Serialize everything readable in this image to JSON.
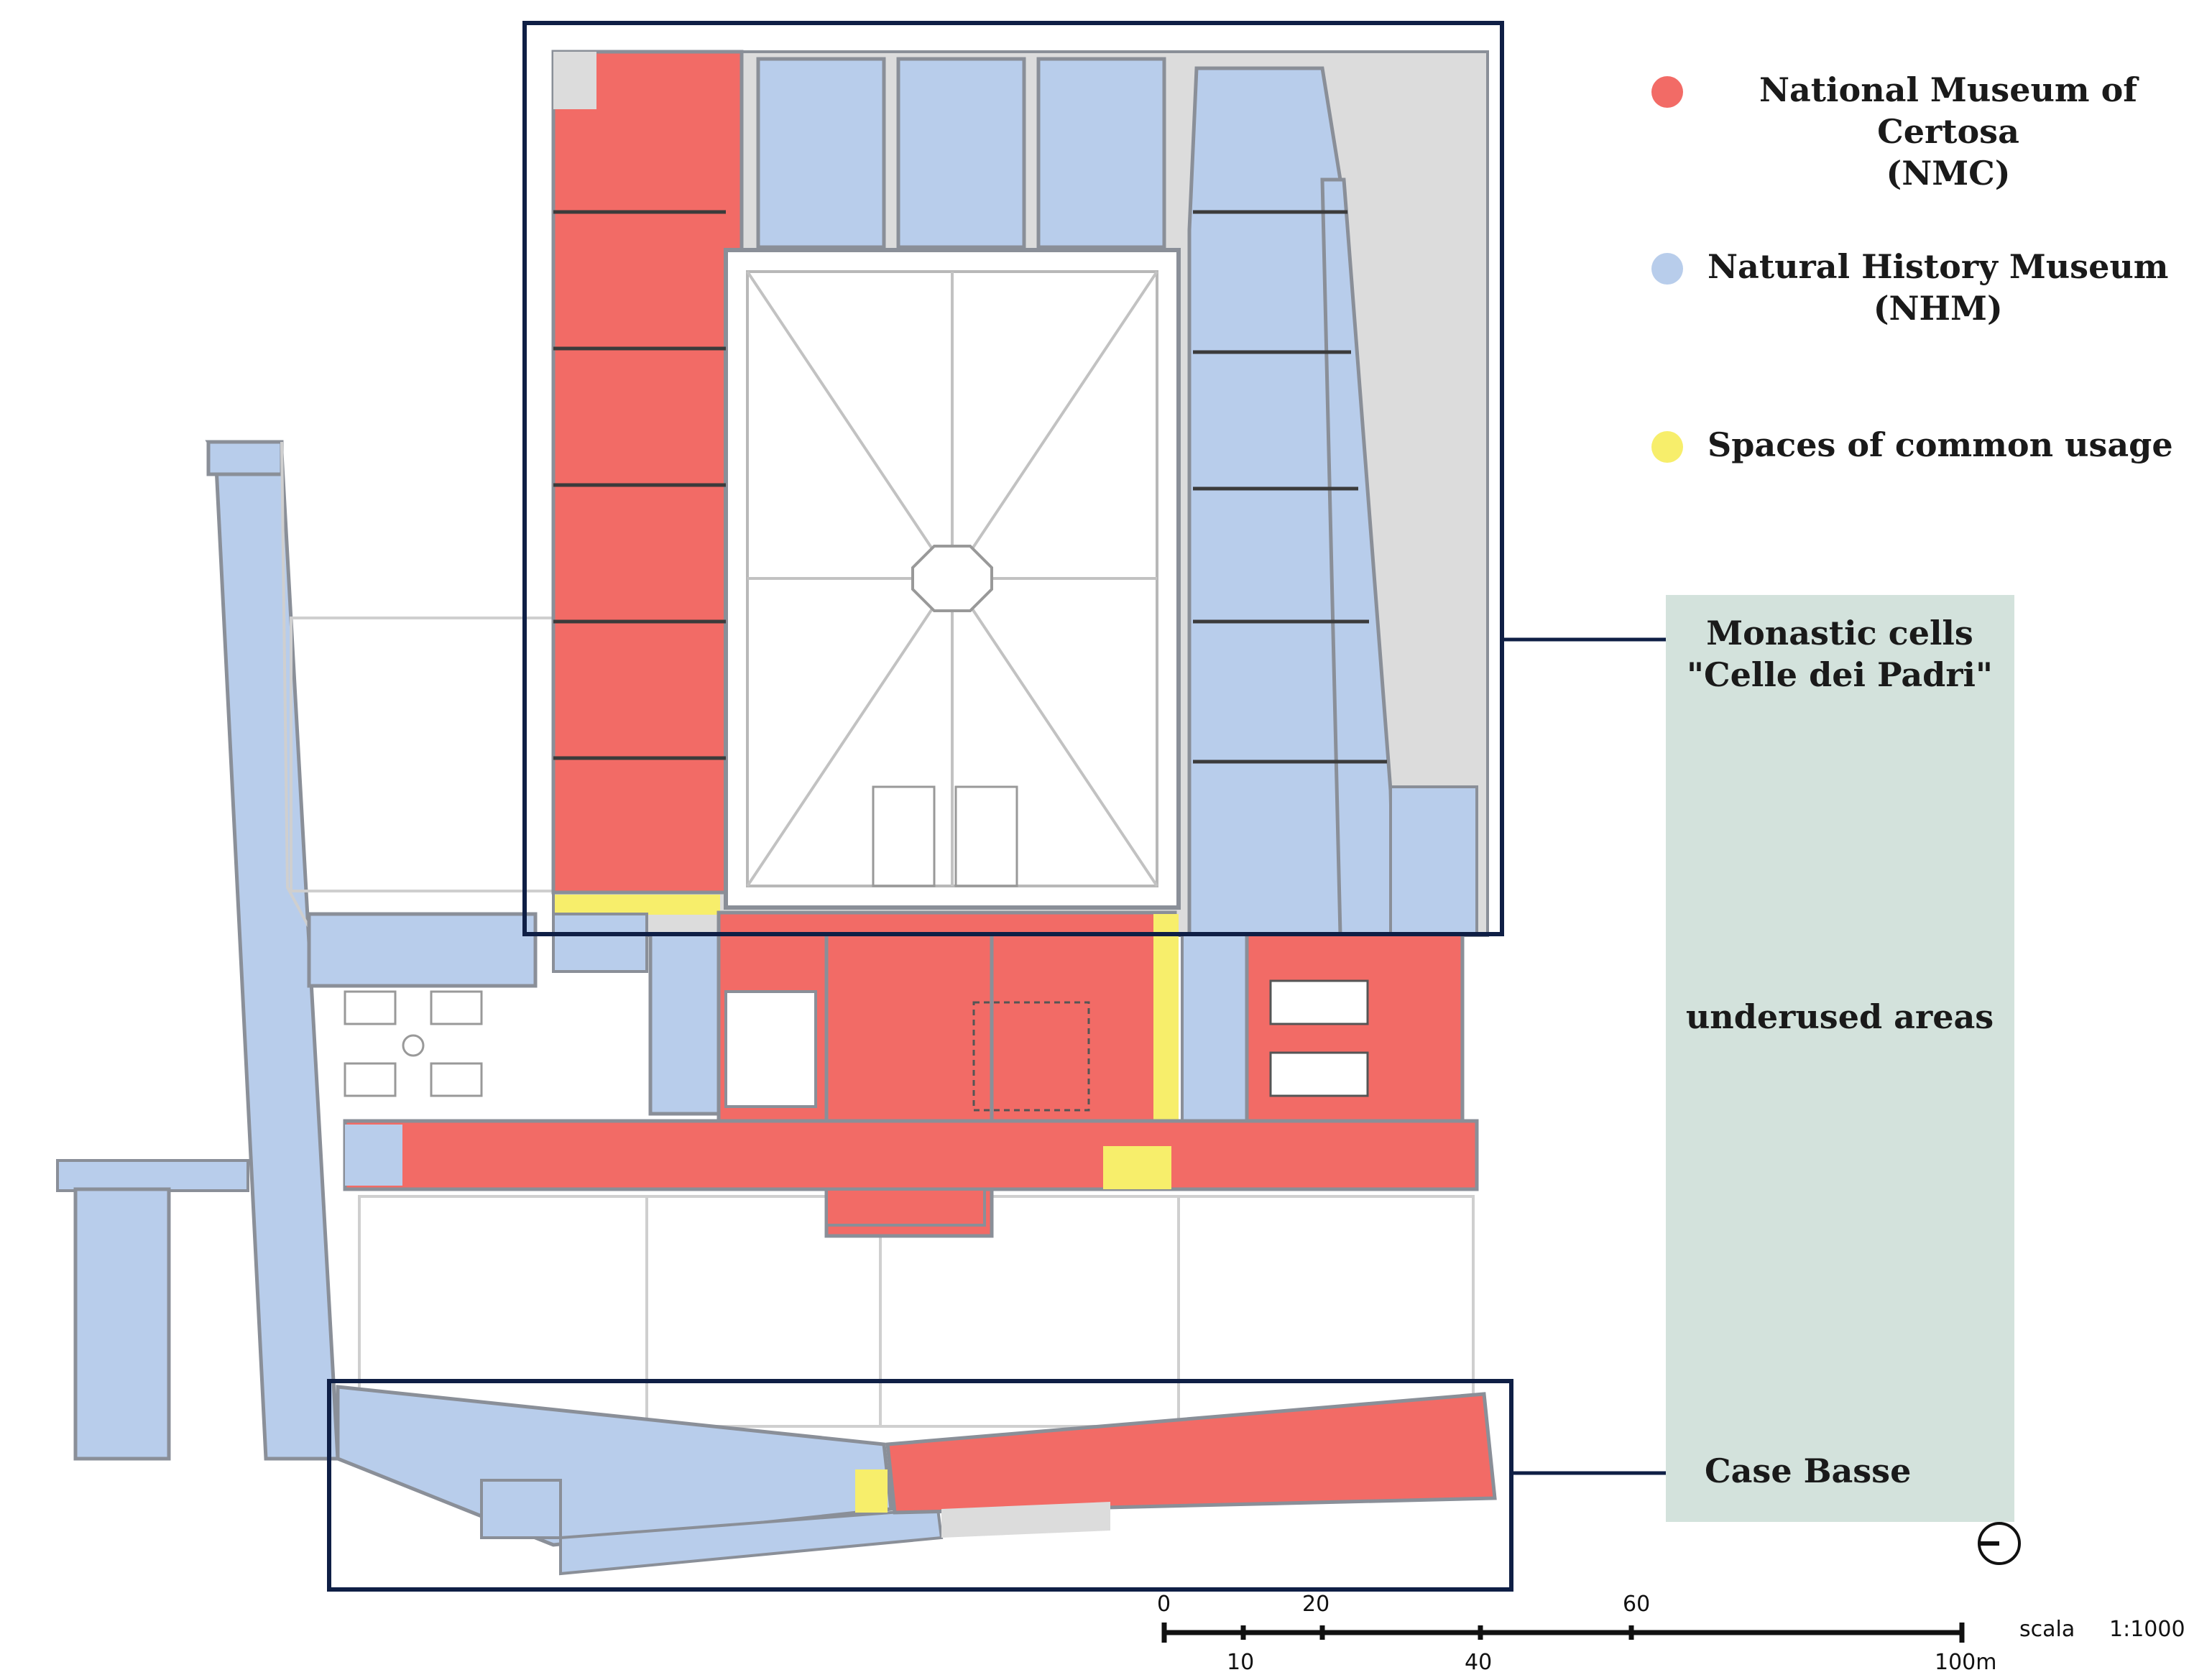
{
  "colors": {
    "nmc": "#f26b66",
    "nhm": "#b8cdeb",
    "common": "#f7ee6b",
    "underused_panel": "#d3e2dc",
    "frame": "#0f1f45",
    "wall": "#8a8f98"
  },
  "legend": [
    {
      "key": "nmc",
      "line1": "National Museum of Certosa",
      "line2": "(NMC)"
    },
    {
      "key": "nhm",
      "line1": "Natural History Museum",
      "line2": "(NHM)"
    },
    {
      "key": "common",
      "line1": "Spaces of common usage",
      "line2": ""
    }
  ],
  "labels": {
    "monastic_line1": "Monastic cells",
    "monastic_line2": "\"Celle dei Padri\"",
    "underused": "underused areas",
    "case_basse": "Case Basse"
  },
  "scale": {
    "word": "scala",
    "ratio": "1:1000",
    "top_ticks": [
      "0",
      "20",
      "60"
    ],
    "bottom_ticks": [
      "10",
      "40",
      "100m"
    ]
  },
  "north_icon": "north-arrow-icon"
}
